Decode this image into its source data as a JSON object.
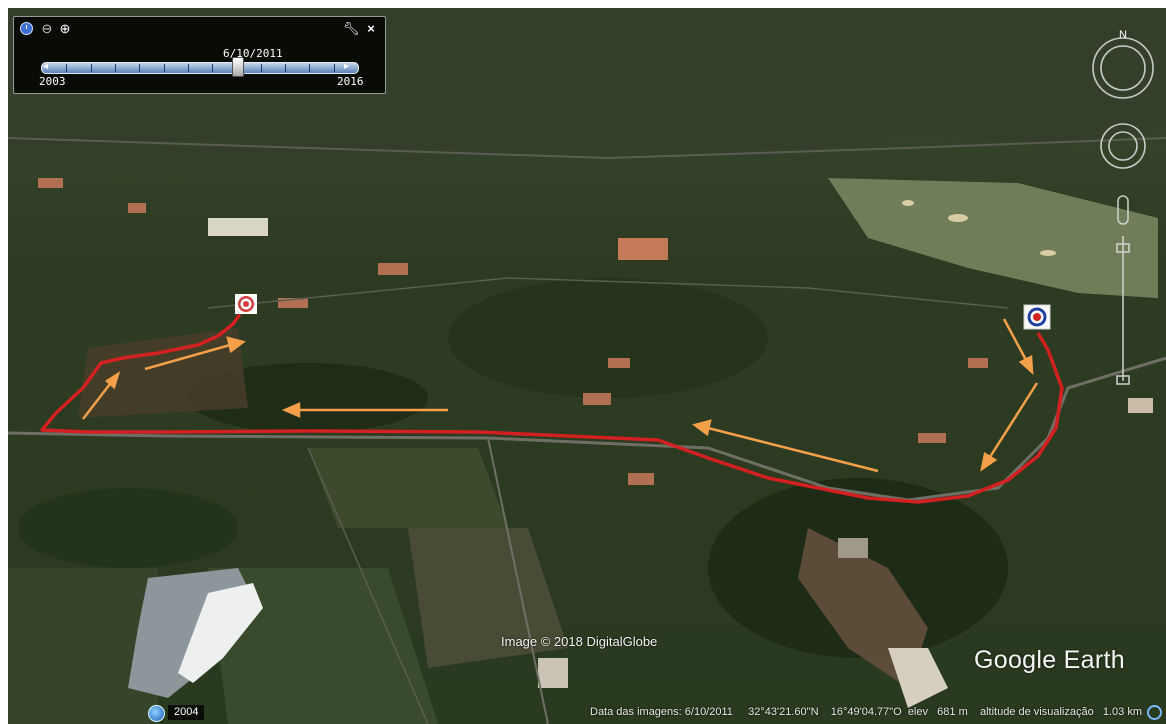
{
  "time_slider": {
    "date": "6/10/2011",
    "start_year": "2003",
    "end_year": "2016",
    "position": 0.62
  },
  "imagery_credit": "Image © 2018 DigitalGlobe",
  "logo": "Google Earth",
  "status": {
    "year": "2004",
    "text": "Data das imagens: 6/10/2011     32°43'21.60\"N    16°49'04.77\"O  elev   681 m    altitude de visualização   1.03 km"
  },
  "colors": {
    "route": "#d32020",
    "arrows": "#f4a04a",
    "start_marker": "#2040a0",
    "end_marker": "#d23c3c"
  },
  "icons": [
    "clock-icon",
    "zoom-out-icon",
    "zoom-in-icon",
    "wrench-icon",
    "close-icon",
    "north-icon",
    "look-joystick",
    "move-joystick",
    "zoom-slider",
    "globe-icon"
  ]
}
